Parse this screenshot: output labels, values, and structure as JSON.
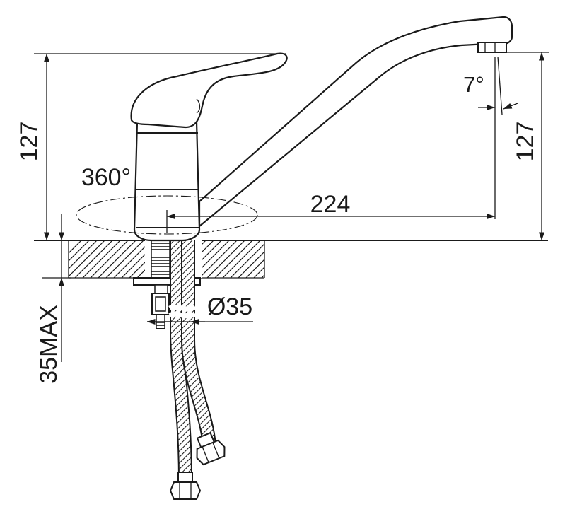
{
  "labels": {
    "height_left": "127",
    "height_right": "127",
    "rotation": "360°",
    "spout_reach": "224",
    "spout_angle": "7°",
    "hole_diameter": "Ø35",
    "max_counter_thickness": "35MAX"
  },
  "colors": {
    "line": "#1a1a1a",
    "background": "#ffffff"
  }
}
